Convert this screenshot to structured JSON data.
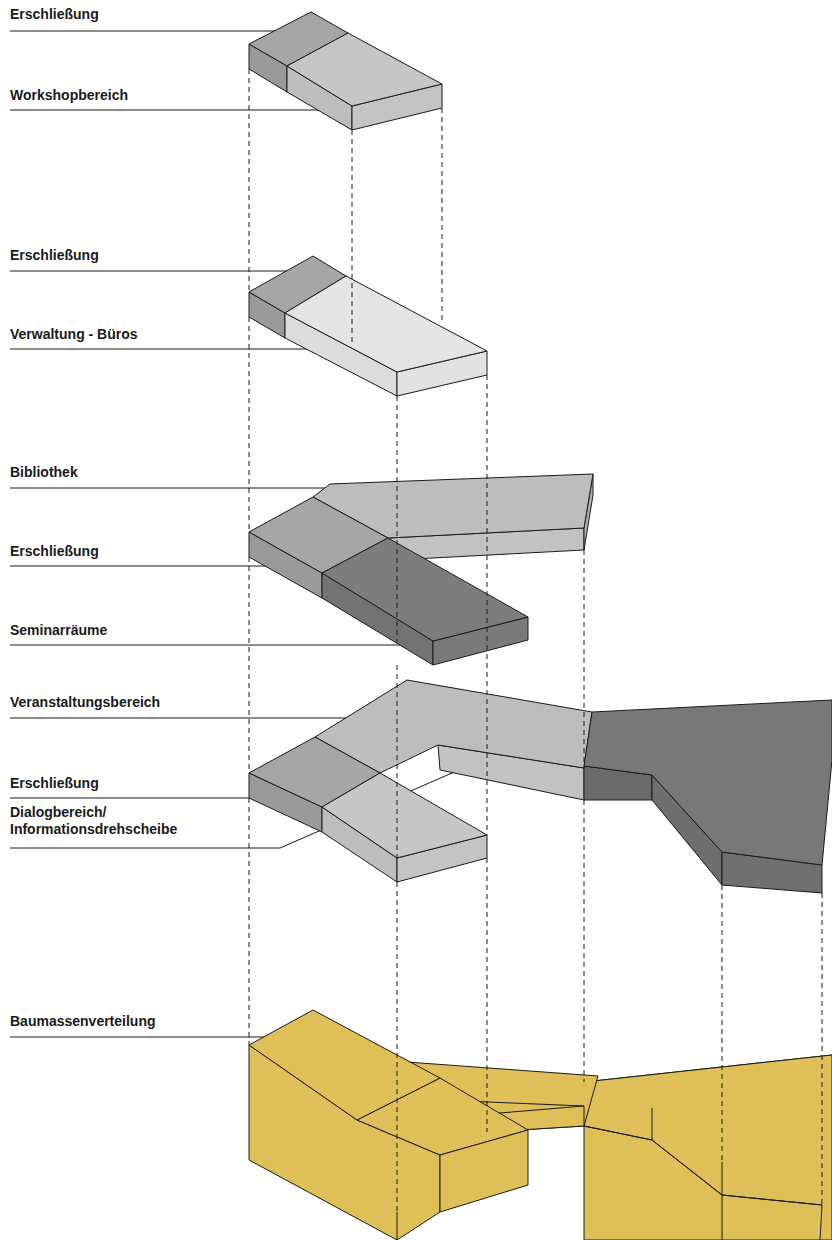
{
  "diagram": {
    "labels": [
      "Erschließung",
      "Workshopbereich",
      "Erschließung",
      "Verwaltung - Büros",
      "Bibliothek",
      "Erschließung",
      "Seminarräume",
      "Veranstaltungsbereich",
      "Erschließung",
      "Dialogbereich/ Informationsdrehscheibe",
      "Baumassenverteilung"
    ]
  }
}
